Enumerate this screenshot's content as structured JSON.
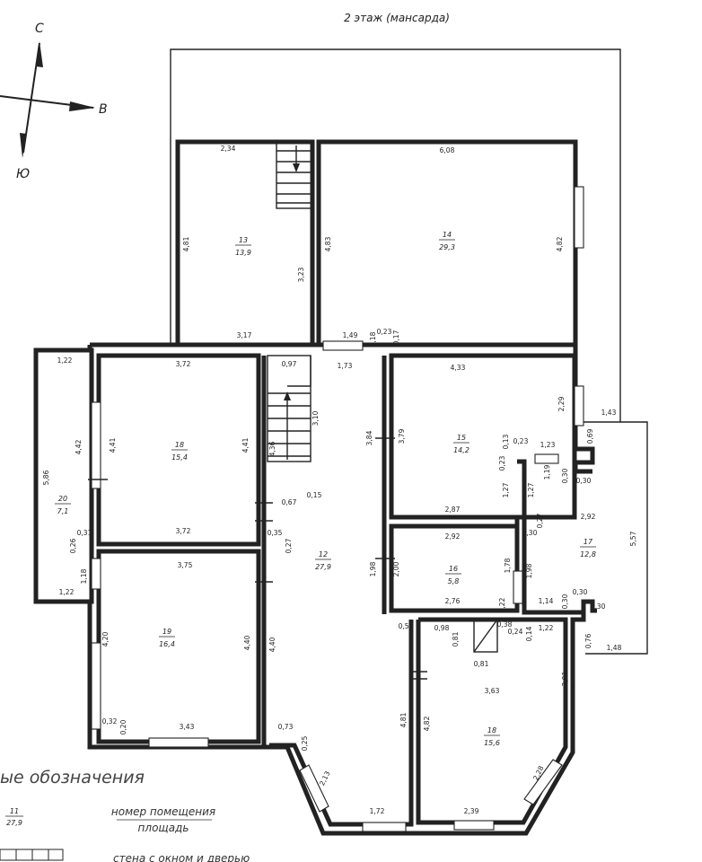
{
  "title": "2 этаж (мансарда)",
  "compass": {
    "north": "С",
    "east": "В",
    "south": "Ю"
  },
  "rooms": [
    {
      "num": "13",
      "area": "13,9"
    },
    {
      "num": "14",
      "area": "29,3"
    },
    {
      "num": "15",
      "area": "14,2"
    },
    {
      "num": "16",
      "area": "5,8"
    },
    {
      "num": "17",
      "area": "12,8"
    },
    {
      "num": "12",
      "area": "27,9"
    },
    {
      "num": "18",
      "area": "15,4"
    },
    {
      "num": "19",
      "area": "16,4"
    },
    {
      "num": "20",
      "area": "7,1"
    },
    {
      "num": "18",
      "area": "15,6"
    }
  ],
  "dimensions": [
    "2,34",
    "4,81",
    "3,23",
    "3,17",
    "6,08",
    "4,83",
    "4,82",
    "4,36",
    "1,49",
    "0,23",
    "0,18",
    "0,17",
    "1,22",
    "3,72",
    "4,33",
    "0,97",
    "1,73",
    "3,10",
    "2,29",
    "1,43",
    "4,42",
    "4,41",
    "4,41",
    "4,36",
    "3,84",
    "3,79",
    "0,69",
    "0,13",
    "0,23",
    "1,23",
    "0,23",
    "1,19",
    "0,30",
    "0,30",
    "5,86",
    "0,67",
    "0,15",
    "1,27",
    "1,27",
    "0,31",
    "3,72",
    "0,35",
    "2,87",
    "2,92",
    "0,27",
    "0,26",
    "0,27",
    "0,30",
    "5,57",
    "1,18",
    "3,75",
    "1,98",
    "2,00",
    "2,92",
    "1,78",
    "1,98",
    "1,22",
    "2,76",
    "0,22",
    "1,14",
    "0,30",
    "0,30",
    "0,30",
    "0,50",
    "0,98",
    "0,81",
    "0,38",
    "0,24",
    "1,22",
    "0,14",
    "0,76",
    "1,48",
    "4,20",
    "4,40",
    "4,40",
    "0,81",
    "4,82",
    "2,91",
    "3,63",
    "0,32",
    "0,20",
    "3,43",
    "0,73",
    "4,81",
    "0,25",
    "2,13",
    "2,28",
    "1,72",
    "2,39"
  ],
  "legend": {
    "heading": "ые обозначения",
    "sample_num": "11",
    "sample_area": "27,9",
    "line1": "номер помещения",
    "line2": "площадь",
    "wall_label": "стена с окном и дверью"
  }
}
